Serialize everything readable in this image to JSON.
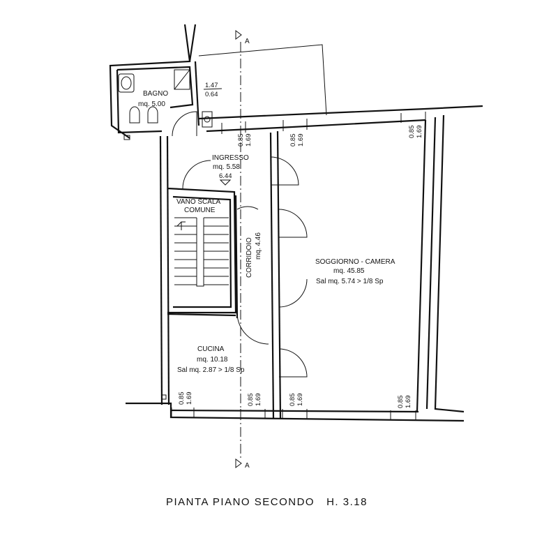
{
  "rooms": {
    "bagno": {
      "name": "BAGNO",
      "area": "mq. 5.00"
    },
    "ingresso": {
      "name": "INGRESSO",
      "area": "mq. 5.58"
    },
    "vano_scala": {
      "line1": "VANO SCALA",
      "line2": "COMUNE"
    },
    "corridoio": {
      "name": "CORRIDOIO",
      "area": "mq. 4.46"
    },
    "soggiorno": {
      "name": "SOGGIORNO - CAMERA",
      "area": "mq. 45.85",
      "sal": "Sal mq. 5.74 > 1/8 Sp"
    },
    "cucina": {
      "name": "CUCINA",
      "area": "mq. 10.18",
      "sal": "Sal mq. 2.87 > 1/8 Sp"
    }
  },
  "dimensions": {
    "bagno_window_top": "1.47",
    "bagno_window_bottom": "0.64",
    "height_mark": "6.44",
    "sill": "0.85",
    "window_height": "1.69"
  },
  "section": {
    "label": "A"
  },
  "title": "PIANTA PIANO SECONDO   H. 3.18"
}
